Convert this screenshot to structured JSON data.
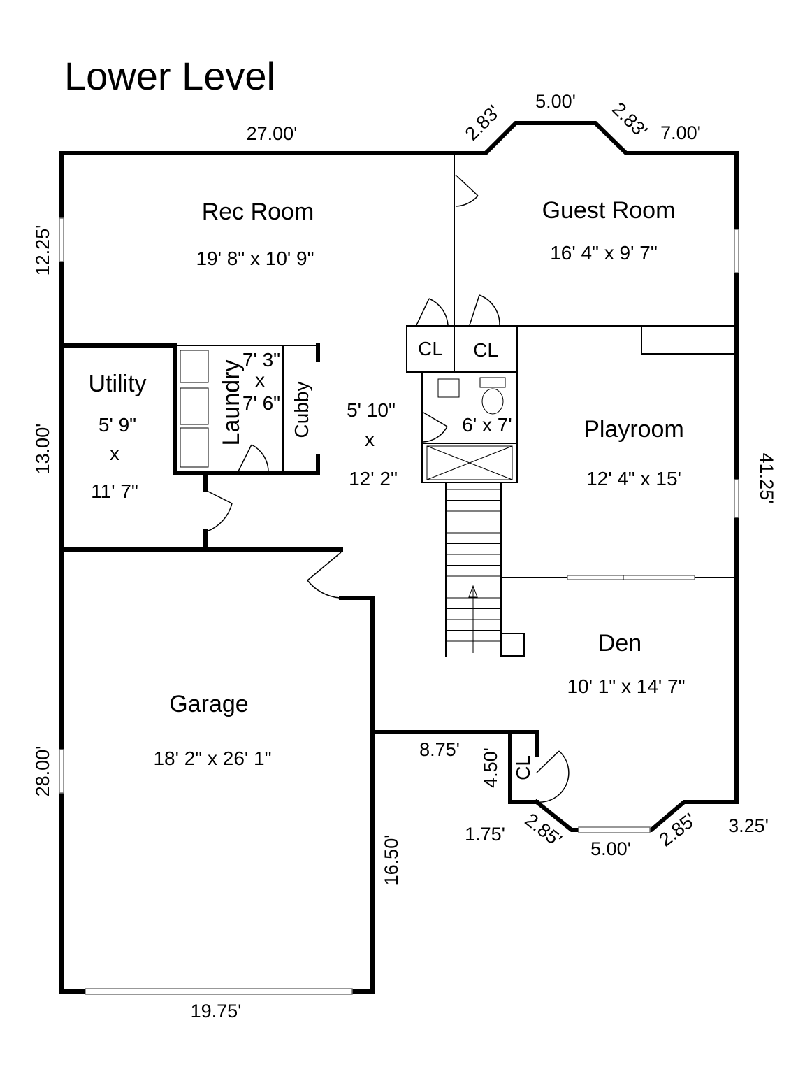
{
  "title": "Lower Level",
  "rooms": {
    "rec_room": {
      "name": "Rec Room",
      "size": "19' 8\" x 10' 9\""
    },
    "guest_room": {
      "name": "Guest Room",
      "size": "16' 4\" x 9' 7\""
    },
    "utility": {
      "name": "Utility",
      "size_w": "5' 9\"",
      "x": "x",
      "size_h": "11' 7\""
    },
    "laundry": {
      "name": "Laundry",
      "size_w": "7' 3\"",
      "x": "x",
      "size_h": "7' 6\""
    },
    "cubby": {
      "name": "Cubby"
    },
    "hall": {
      "size_w": "5' 10\"",
      "x": "x",
      "size_h": "12' 2\""
    },
    "closet_1": {
      "name": "CL"
    },
    "closet_2": {
      "name": "CL"
    },
    "closet_3": {
      "name": "CL"
    },
    "bath": {
      "size": "6' x 7'"
    },
    "playroom": {
      "name": "Playroom",
      "size": "12' 4\" x 15'"
    },
    "den": {
      "name": "Den",
      "size": "10' 1\" x 14' 7\""
    },
    "garage": {
      "name": "Garage",
      "size": "18' 2\" x 26' 1\""
    }
  },
  "dimensions": {
    "top_left": "27.00'",
    "top_bay_left": "2.83'",
    "top_bay_mid": "5.00'",
    "top_bay_right": "2.83'",
    "top_right": "7.00'",
    "left_upper": "12.25'",
    "left_middle": "13.00'",
    "left_lower": "28.00'",
    "right": "41.25'",
    "garage_bottom": "19.75'",
    "garage_right": "16.50'",
    "den_left_step": "8.75'",
    "den_closet": "4.50'",
    "bay_bottom_offset": "1.75'",
    "bay_bottom_left": "2.85'",
    "bay_bottom_mid": "5.00'",
    "bay_bottom_right": "2.85'",
    "bottom_right": "3.25'"
  }
}
